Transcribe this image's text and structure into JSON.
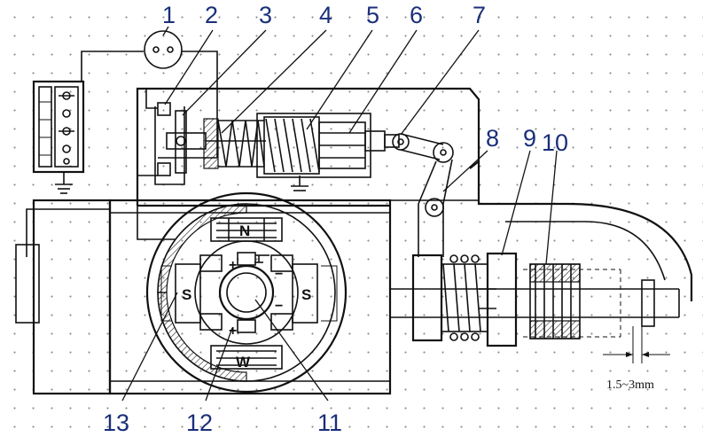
{
  "figure": {
    "callouts": [
      "1",
      "2",
      "3",
      "4",
      "5",
      "6",
      "7",
      "8",
      "9",
      "10",
      "11",
      "12",
      "13"
    ],
    "dimension_label": "1.5~3mm",
    "pole_letters": {
      "top": "N",
      "right": "S",
      "bottom": "W",
      "left": "S"
    },
    "brush_signs": {
      "upper": "+",
      "lower": "+",
      "right_upper": "−",
      "right_lower": "−"
    }
  }
}
